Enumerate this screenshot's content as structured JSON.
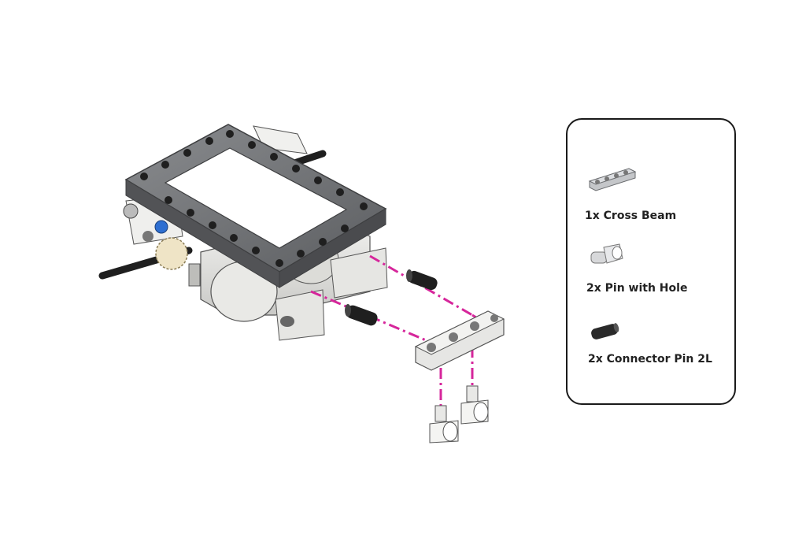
{
  "parts_list": {
    "items": [
      {
        "label": "1x Cross Beam",
        "icon": "cross-beam-icon"
      },
      {
        "label": "2x Pin with Hole",
        "icon": "pin-with-hole-icon"
      },
      {
        "label": "2x Connector Pin 2L",
        "icon": "connector-pin-icon"
      }
    ]
  },
  "colors": {
    "guide_line": "#d6269b",
    "frame_gray": "#6b6d70",
    "light_gray": "#e4e4e2",
    "black_pin": "#1f1f1f",
    "axle_blue": "#2e6fd1",
    "gear_tan": "#efe4c6"
  }
}
